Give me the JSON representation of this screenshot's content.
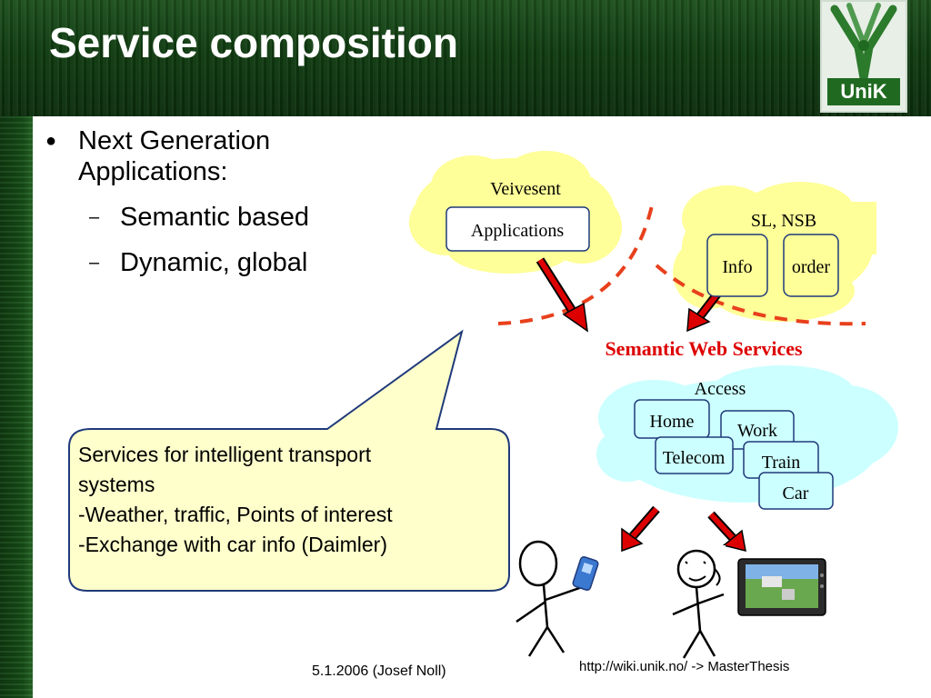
{
  "slide": {
    "title": "Service composition",
    "logo_text": "UniK",
    "bullets": {
      "main": "Next Generation Applications:",
      "sub": [
        "Semantic based",
        "Dynamic, global"
      ]
    },
    "callout": {
      "lines": [
        "Services for intelligent transport",
        "systems",
        "-Weather, traffic, Points of interest",
        "-Exchange with car info (Daimler)"
      ]
    },
    "diagram": {
      "cloud_left": {
        "title": "Veivesent",
        "box": "Applications"
      },
      "cloud_right": {
        "title": "SL, NSB",
        "boxes": [
          "Info",
          "order"
        ]
      },
      "center_label": "Semantic Web Services",
      "access": {
        "title": "Access",
        "boxes": [
          "Home",
          "Work",
          "Telecom",
          "Train",
          "Car"
        ]
      }
    },
    "footer": {
      "date": "5.1.2006 (Josef Noll)",
      "link": "http://wiki.unik.no/    -> MasterThesis"
    },
    "colors": {
      "header_green": "#0f3a10",
      "cloud_yellow": "#ffff99",
      "cloud_blue": "#ccffff",
      "callout_fill": "#ffffcc",
      "callout_border": "#1f3a7a",
      "accent_red": "#dd0000",
      "dash_red": "#e8401c"
    }
  }
}
